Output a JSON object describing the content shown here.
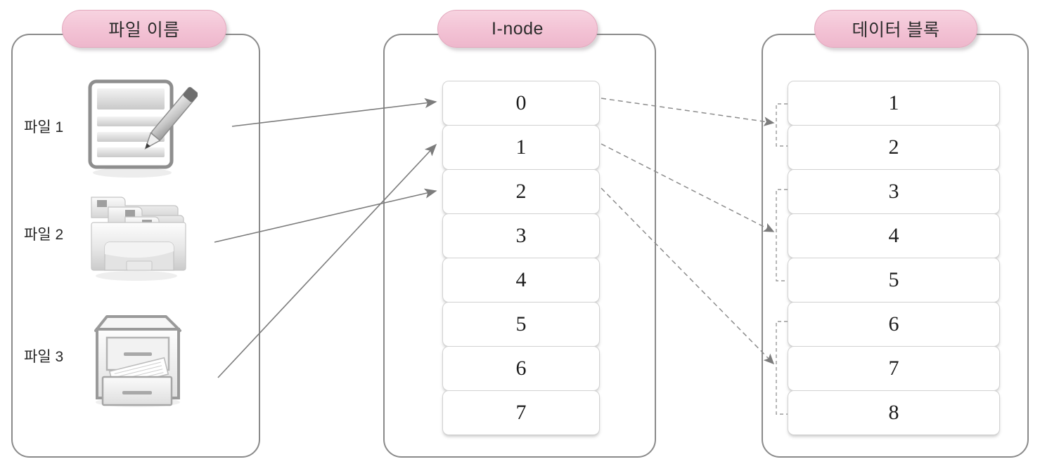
{
  "diagram": {
    "title_left": "파일 이름",
    "title_mid": "I-node",
    "title_right": "데이터 블록",
    "colors": {
      "pill_pink": "#f3c3d5",
      "pill_border": "#e3a9be",
      "panel_border": "#8a8a8a",
      "cell_border": "#d2d2d2",
      "arrow_gray": "#7c7c7c",
      "text_dark": "#1c1c1c"
    }
  },
  "left_panel": {
    "header": "파일 이름",
    "files": [
      {
        "label": "파일 1",
        "icon": "document-pencil-icon"
      },
      {
        "label": "파일 2",
        "icon": "folder-icon"
      },
      {
        "label": "파일 3",
        "icon": "file-cabinet-icon"
      }
    ]
  },
  "inode_panel": {
    "header": "I-node",
    "cells": [
      "0",
      "1",
      "2",
      "3",
      "4",
      "5",
      "6",
      "7"
    ]
  },
  "datablock_panel": {
    "header": "데이터 블록",
    "cells": [
      "1",
      "2",
      "3",
      "4",
      "5",
      "6",
      "7",
      "8"
    ],
    "groups": [
      {
        "name": "group-1",
        "blocks": [
          "1",
          "2"
        ]
      },
      {
        "name": "group-2",
        "blocks": [
          "3",
          "4",
          "5"
        ]
      },
      {
        "name": "group-3",
        "blocks": [
          "6",
          "7",
          "8"
        ]
      }
    ]
  },
  "links": {
    "file_to_inode": [
      {
        "from": "파일 1",
        "to": "0"
      },
      {
        "from": "파일 2",
        "to": "2"
      },
      {
        "from": "파일 3",
        "to": "1"
      }
    ],
    "inode_to_blocks": [
      {
        "from": "0",
        "to_group": "group-1"
      },
      {
        "from": "1",
        "to_group": "group-2"
      },
      {
        "from": "2",
        "to_group": "group-3"
      }
    ]
  }
}
